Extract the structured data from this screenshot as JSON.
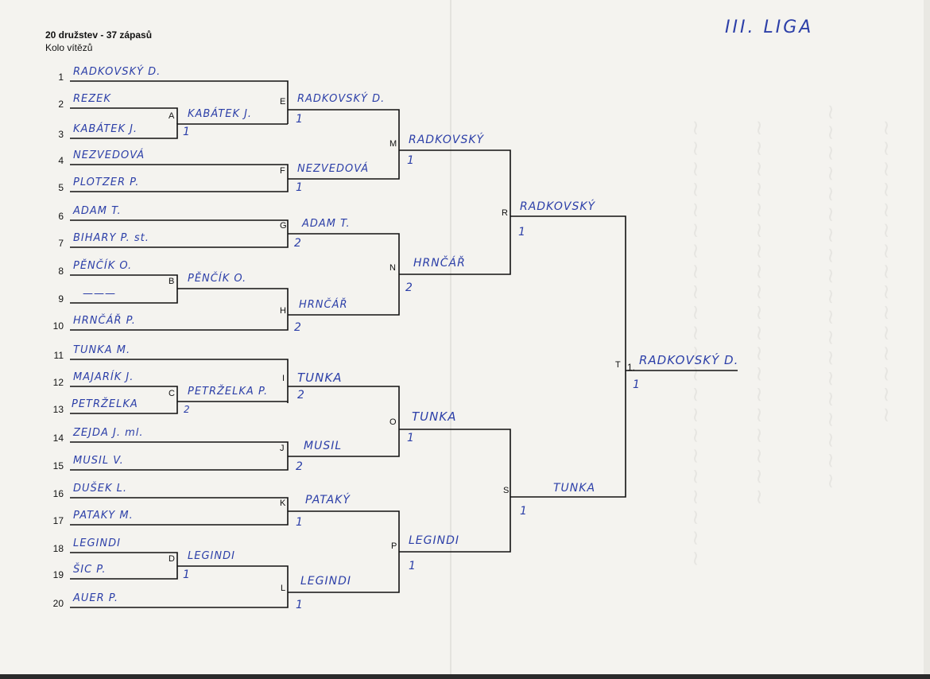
{
  "header": {
    "title": "20 družstev - 37 zápasů",
    "subtitle": "Kolo vítězů",
    "league": "III. LIGA"
  },
  "entrants": [
    {
      "num": "1",
      "name": "RADKOVSKÝ D."
    },
    {
      "num": "2",
      "name": "REZEK"
    },
    {
      "num": "3",
      "name": "KABÁTEK J."
    },
    {
      "num": "4",
      "name": "NEZVEDOVÁ"
    },
    {
      "num": "5",
      "name": "PLOTZER P."
    },
    {
      "num": "6",
      "name": "ADAM T."
    },
    {
      "num": "7",
      "name": "BIHARY P. st."
    },
    {
      "num": "8",
      "name": "PĚNČÍK O."
    },
    {
      "num": "9",
      "name": "———"
    },
    {
      "num": "10",
      "name": "HRNČÁŘ P."
    },
    {
      "num": "11",
      "name": "TUNKA M."
    },
    {
      "num": "12",
      "name": "MAJARÍK J."
    },
    {
      "num": "13",
      "name": "PETRŽELKA"
    },
    {
      "num": "14",
      "name": "ZEJDA J. ml."
    },
    {
      "num": "15",
      "name": "MUSIL V."
    },
    {
      "num": "16",
      "name": "DUŠEK L."
    },
    {
      "num": "17",
      "name": "PATAKY M."
    },
    {
      "num": "18",
      "name": "LEGINDI"
    },
    {
      "num": "19",
      "name": "ŠIC P."
    },
    {
      "num": "20",
      "name": "AUER P."
    }
  ],
  "matches": {
    "A": {
      "label": "A",
      "winner": "KABÁTEK J.",
      "score": "1"
    },
    "B": {
      "label": "B",
      "winner": "PĚNČÍK O.",
      "score": ""
    },
    "C": {
      "label": "C",
      "winner": "PETRŽELKA P.",
      "score": "2"
    },
    "D": {
      "label": "D",
      "winner": "LEGINDI",
      "score": "1"
    },
    "E": {
      "label": "E",
      "winner": "RADKOVSKÝ D.",
      "score": "1"
    },
    "F": {
      "label": "F",
      "winner": "NEZVEDOVÁ",
      "score": "1"
    },
    "G": {
      "label": "G",
      "winner": "ADAM T.",
      "score": "2"
    },
    "H": {
      "label": "H",
      "winner": "HRNČÁŘ",
      "score": "2"
    },
    "I": {
      "label": "I",
      "winner": "TUNKA",
      "score": "2"
    },
    "J": {
      "label": "J",
      "winner": "MUSIL",
      "score": "2"
    },
    "K": {
      "label": "K",
      "winner": "PATAKÝ",
      "score": "1"
    },
    "L": {
      "label": "L",
      "winner": "LEGINDI",
      "score": "1"
    },
    "M": {
      "label": "M",
      "winner": "RADKOVSKÝ",
      "score": "1"
    },
    "N": {
      "label": "N",
      "winner": "HRNČÁŘ",
      "score": "2"
    },
    "O": {
      "label": "O",
      "winner": "TUNKA",
      "score": "1"
    },
    "P": {
      "label": "P",
      "winner": "LEGINDI",
      "score": "1"
    },
    "R": {
      "label": "R",
      "winner": "RADKOVSKÝ",
      "score": "1"
    },
    "S": {
      "label": "S",
      "winner": "TUNKA",
      "score": "1"
    },
    "T": {
      "label": "T",
      "place": "1.",
      "winner": "RADKOVSKÝ D.",
      "score": "1"
    }
  }
}
